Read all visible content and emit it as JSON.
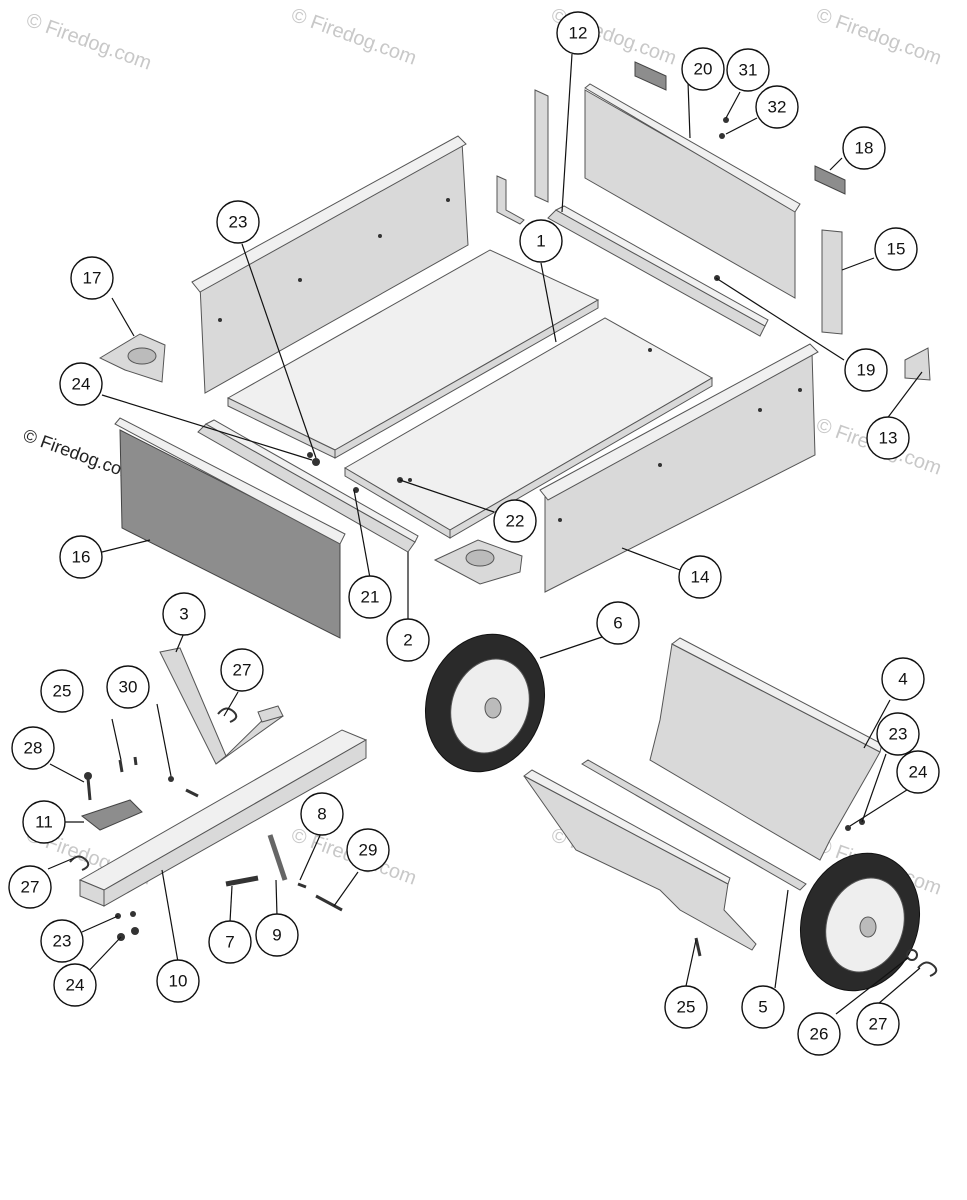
{
  "watermark": "© Firedog.com",
  "callouts": [
    {
      "n": "1"
    },
    {
      "n": "2"
    },
    {
      "n": "3"
    },
    {
      "n": "4"
    },
    {
      "n": "5"
    },
    {
      "n": "6"
    },
    {
      "n": "7"
    },
    {
      "n": "8"
    },
    {
      "n": "9"
    },
    {
      "n": "10"
    },
    {
      "n": "11"
    },
    {
      "n": "12"
    },
    {
      "n": "13"
    },
    {
      "n": "14"
    },
    {
      "n": "15"
    },
    {
      "n": "16"
    },
    {
      "n": "17"
    },
    {
      "n": "18"
    },
    {
      "n": "19"
    },
    {
      "n": "20"
    },
    {
      "n": "21"
    },
    {
      "n": "22"
    },
    {
      "n": "23"
    },
    {
      "n": "23"
    },
    {
      "n": "23"
    },
    {
      "n": "24"
    },
    {
      "n": "24"
    },
    {
      "n": "24"
    },
    {
      "n": "25"
    },
    {
      "n": "25"
    },
    {
      "n": "26"
    },
    {
      "n": "27"
    },
    {
      "n": "27"
    },
    {
      "n": "27"
    },
    {
      "n": "28"
    },
    {
      "n": "29"
    },
    {
      "n": "30"
    },
    {
      "n": "31"
    },
    {
      "n": "32"
    }
  ]
}
